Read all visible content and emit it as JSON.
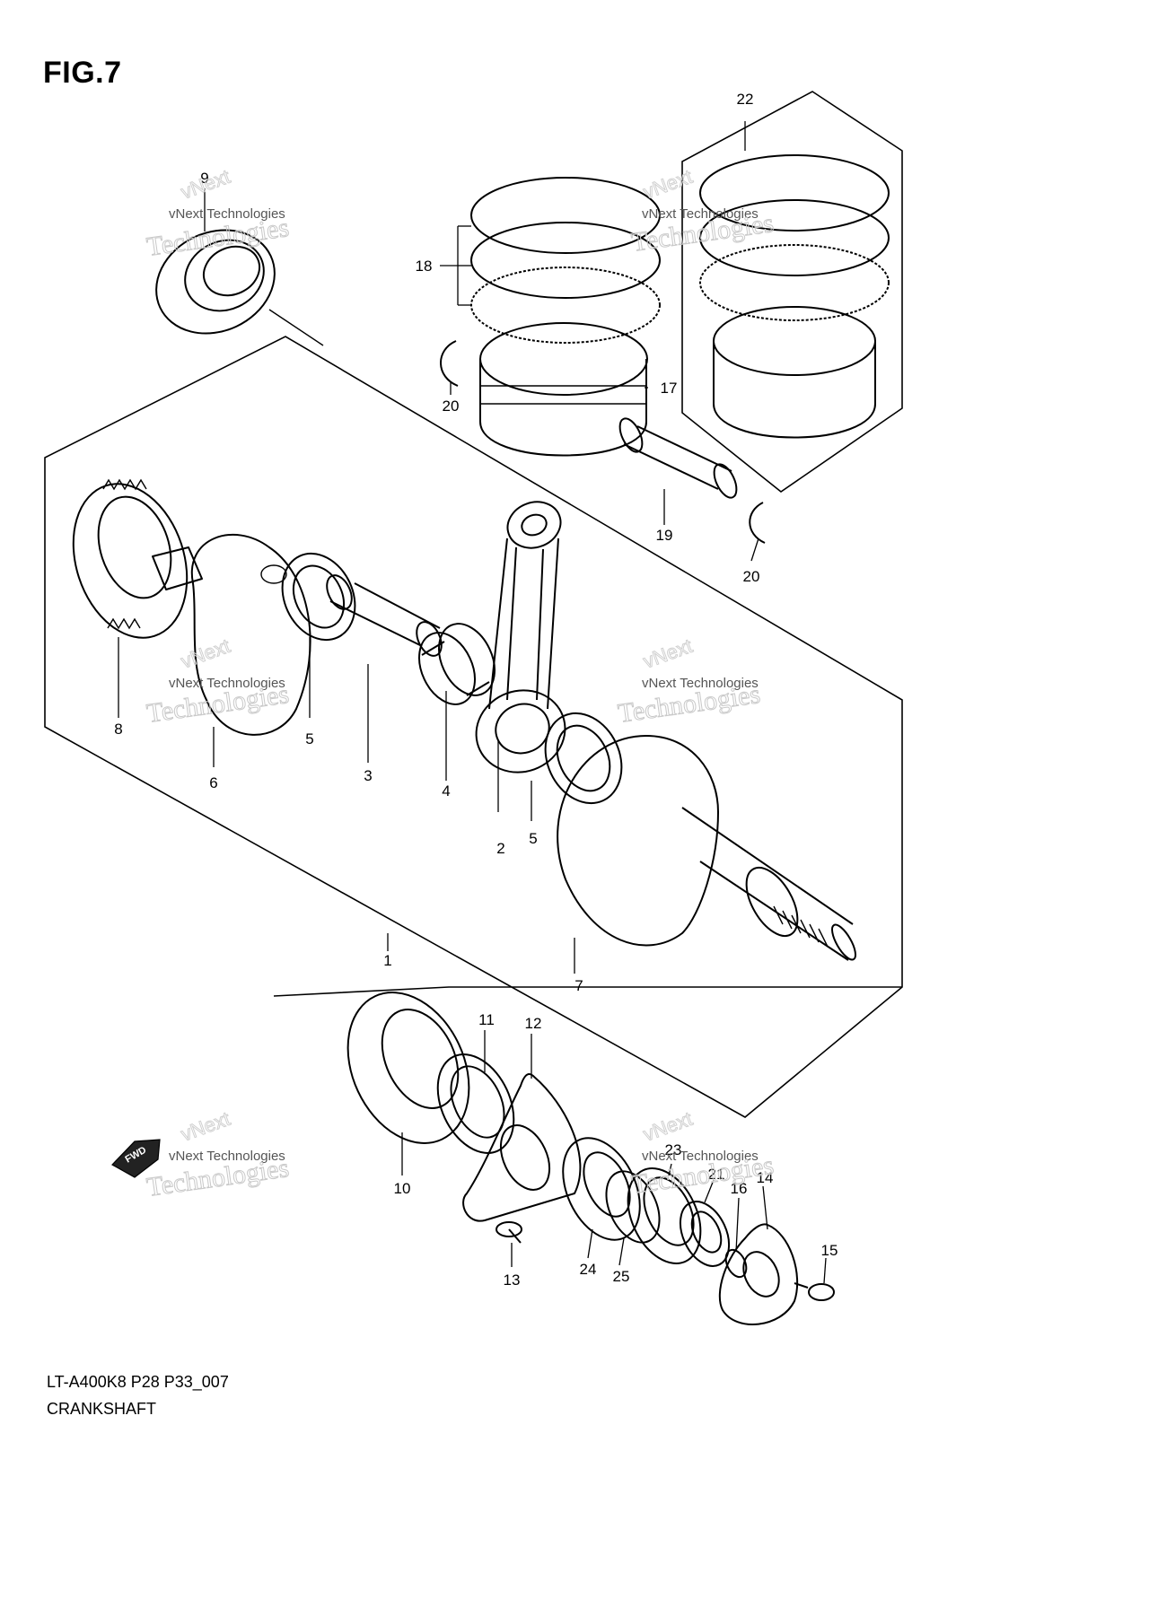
{
  "figure": {
    "title": "FIG.7"
  },
  "footer": {
    "code": "LT-A400K8 P28 P33_007",
    "name": "CRANKSHAFT"
  },
  "fwd_label": "FWD",
  "watermark": {
    "line1": "vNext Technologies",
    "line2": "Technologies",
    "line3": "vNext"
  },
  "callouts": [
    "1",
    "2",
    "3",
    "4",
    "5",
    "5",
    "6",
    "7",
    "8",
    "9",
    "10",
    "11",
    "12",
    "13",
    "14",
    "15",
    "16",
    "17",
    "18",
    "19",
    "20",
    "20",
    "21",
    "22",
    "23",
    "24",
    "25"
  ],
  "icons": {
    "fwd": "fwd-arrow-icon"
  }
}
